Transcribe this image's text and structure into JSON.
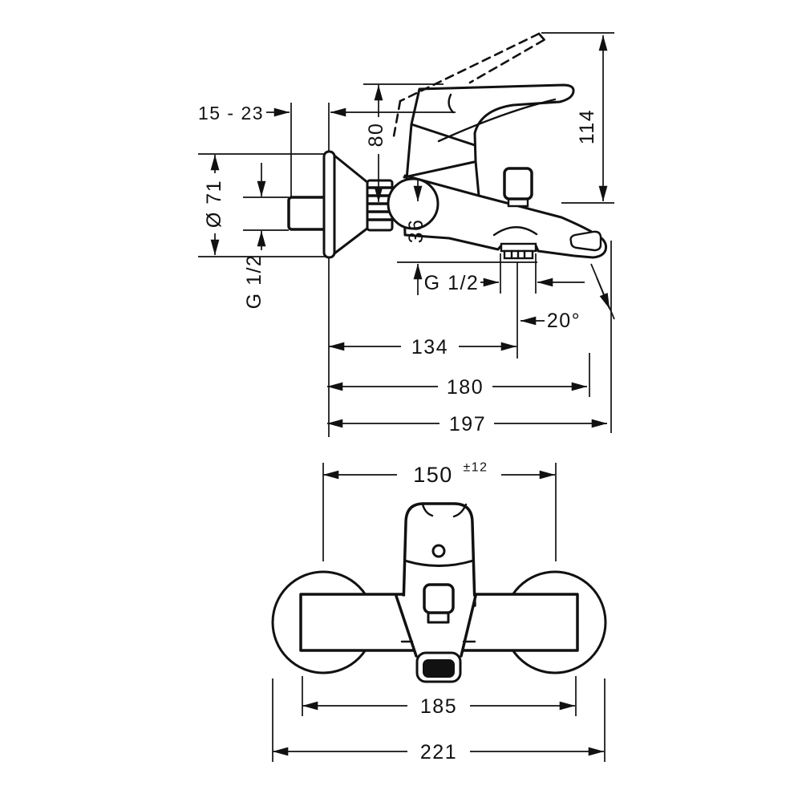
{
  "drawing": {
    "title": "bath-mixer-technical-drawing",
    "side_view": {
      "labels": {
        "wall_depth_range": "15 - 23",
        "escutcheon_diameter": "Ø 71",
        "inlet_thread": "G 1/2",
        "height_to_body_top": "80",
        "height_handle_open": "114",
        "spout_drop": "36",
        "shower_outlet_thread": "G 1/2",
        "spout_angle": "20°",
        "outlet_distance": "134",
        "spout_reach": "180",
        "total_projection": "197"
      }
    },
    "top_view": {
      "labels": {
        "connection_centers": "150",
        "connection_tolerance": "±12",
        "body_width": "185",
        "overall_width": "221"
      }
    },
    "colors": {
      "ink": "#111111",
      "background": "#ffffff"
    }
  }
}
